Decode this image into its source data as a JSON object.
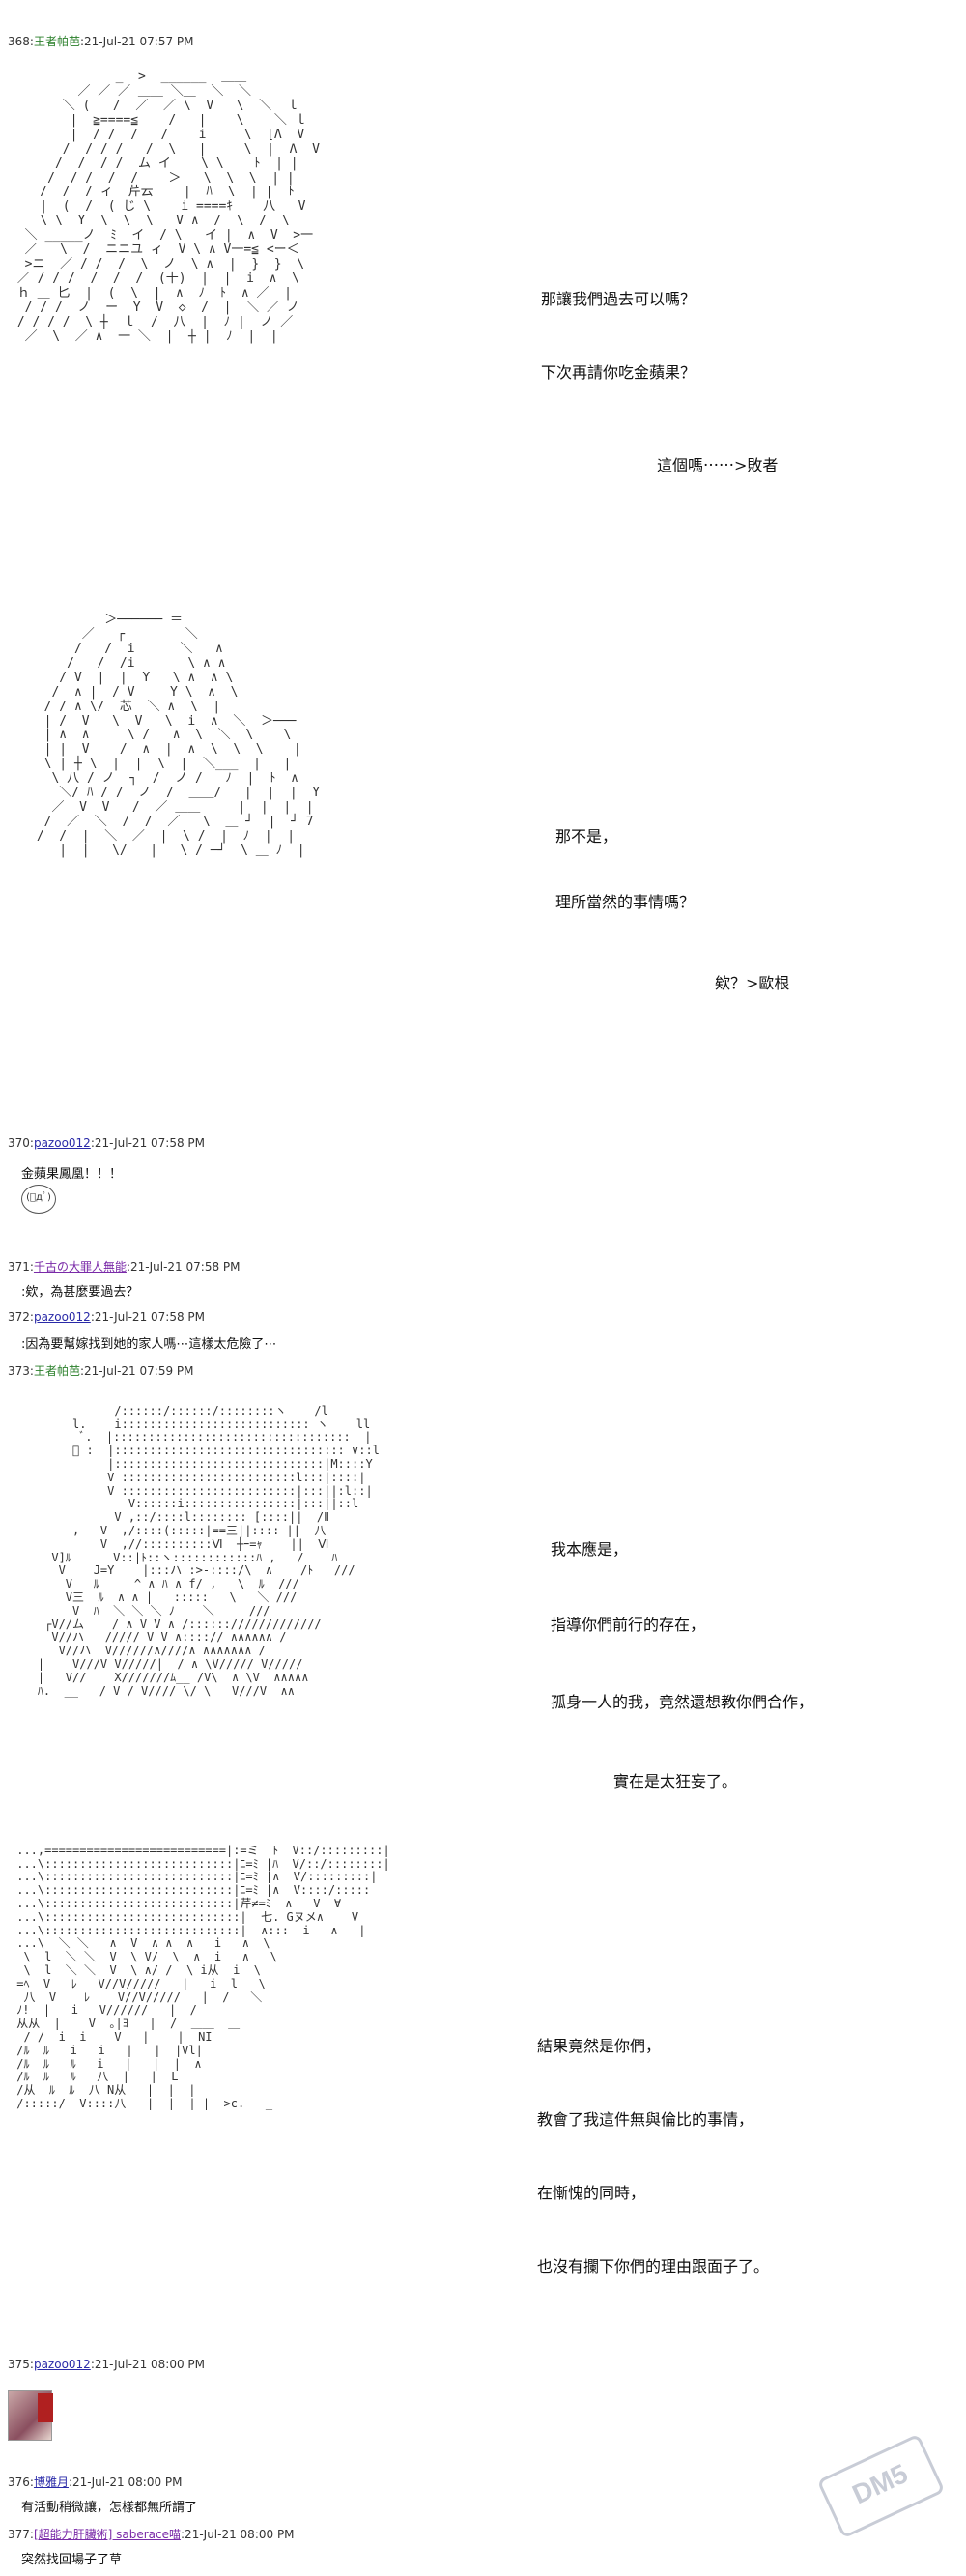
{
  "posts": [
    {
      "num": "368:",
      "name": "王者帕芭",
      "date": ":21-Jul-21 07:57 PM"
    },
    {
      "num": "370:",
      "name": "pazoo012",
      "date": ":21-Jul-21 07:58 PM",
      "body": "金蘋果鳳凰！！！"
    },
    {
      "num": "371:",
      "name": "千古の大罪人無能",
      "date": ":21-Jul-21 07:58 PM",
      "body": ":欸，為甚麼要過去？"
    },
    {
      "num": "372:",
      "name": "pazoo012",
      "date": ":21-Jul-21 07:58 PM",
      "body": ":因為要幫嫁找到她的家人嗎⋯這樣太危險了⋯"
    },
    {
      "num": "373:",
      "name": "王者帕芭",
      "date": ":21-Jul-21 07:59 PM"
    },
    {
      "num": "375:",
      "name": "pazoo012",
      "date": ":21-Jul-21 08:00 PM"
    },
    {
      "num": "376:",
      "name": "博雅月",
      "date": ":21-Jul-21 08:00 PM",
      "body": "有活動稍微讓，怎樣都無所謂了"
    },
    {
      "num": "377:",
      "name": "[超能力肝臟術] saberace喵",
      "date": ":21-Jul-21 08:00 PM",
      "body": "突然找回場子了草"
    }
  ],
  "dialog_368a": [
    "那讓我們過去可以嗎？",
    "下次再請你吃金蘋果？",
    "這個嗎⋯⋯>敗者"
  ],
  "dialog_368b": [
    "那不是，",
    "理所當然的事情嗎？",
    "欸？>歐根"
  ],
  "dialog_373a": [
    "我本應是，",
    "指導你們前行的存在，",
    "孤身一人的我，竟然還想教你們合作，",
    "實在是太狂妄了。"
  ],
  "dialog_373b": [
    "結果竟然是你們，",
    "教會了我這件無與倫比的事情，",
    "在慚愧的同時，",
    "也沒有攔下你們的理由跟面子了。"
  ],
  "watermark": "DM5"
}
